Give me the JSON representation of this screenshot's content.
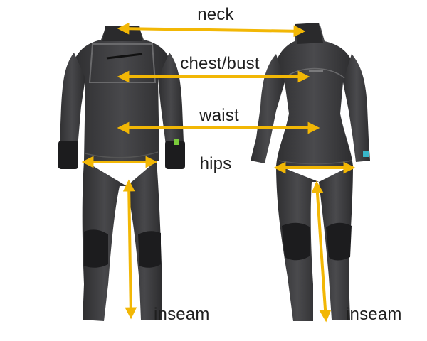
{
  "labels": {
    "neck": "neck",
    "chest": "chest/bust",
    "waist": "waist",
    "hips": "hips",
    "inseam_left": "inseam",
    "inseam_right": "inseam"
  },
  "colors": {
    "arrow": "#f2b705",
    "suit": "#3b3b3d",
    "suit_dark": "#262628",
    "panel": "#1c1c1e",
    "seam": "#6a6a6c",
    "logo": "#38b6c9",
    "badge": "#7acb3a"
  }
}
